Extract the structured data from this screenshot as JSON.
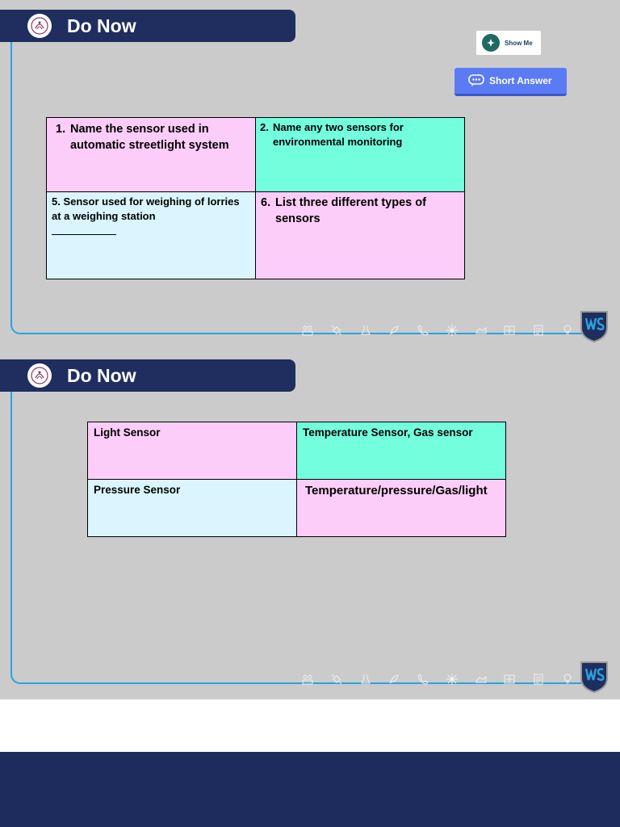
{
  "slides": [
    {
      "banner_title": "Do Now",
      "show_me_label": "Show Me",
      "short_answer_label": "Short Answer",
      "grid": {
        "q1_num": "1.",
        "q1_text": "Name the sensor used in automatic streetlight system",
        "q2_num": "2.",
        "q2_text": "Name any two sensors for environmental monitoring",
        "q5_text": "5. Sensor used for weighing of lorries at a weighing station",
        "q6_num": "6.",
        "q6_text": "List three different types of sensors"
      }
    },
    {
      "banner_title": "Do Now",
      "answers": {
        "a1": "Light Sensor",
        "a2": "Temperature Sensor, Gas sensor",
        "a5": "Pressure Sensor",
        "a6": "Temperature/pressure/Gas/light"
      }
    }
  ],
  "colors": {
    "banner": "#1f2e5e",
    "pink": "#fdcdf9",
    "mint": "#73fedd",
    "sky": "#daf5fd",
    "frame_line": "#2aa3e0",
    "short_answer_button": "#5b7bf5",
    "footer_band": "#1e2b5d"
  },
  "icons": [
    "people-icon",
    "satellite-icon",
    "chemistry-icon",
    "rocket-icon",
    "phone-icon",
    "atom-icon",
    "hands-icon",
    "calculator-icon",
    "clipboard-icon",
    "lightbulb-icon",
    "ws-shield-logo"
  ]
}
